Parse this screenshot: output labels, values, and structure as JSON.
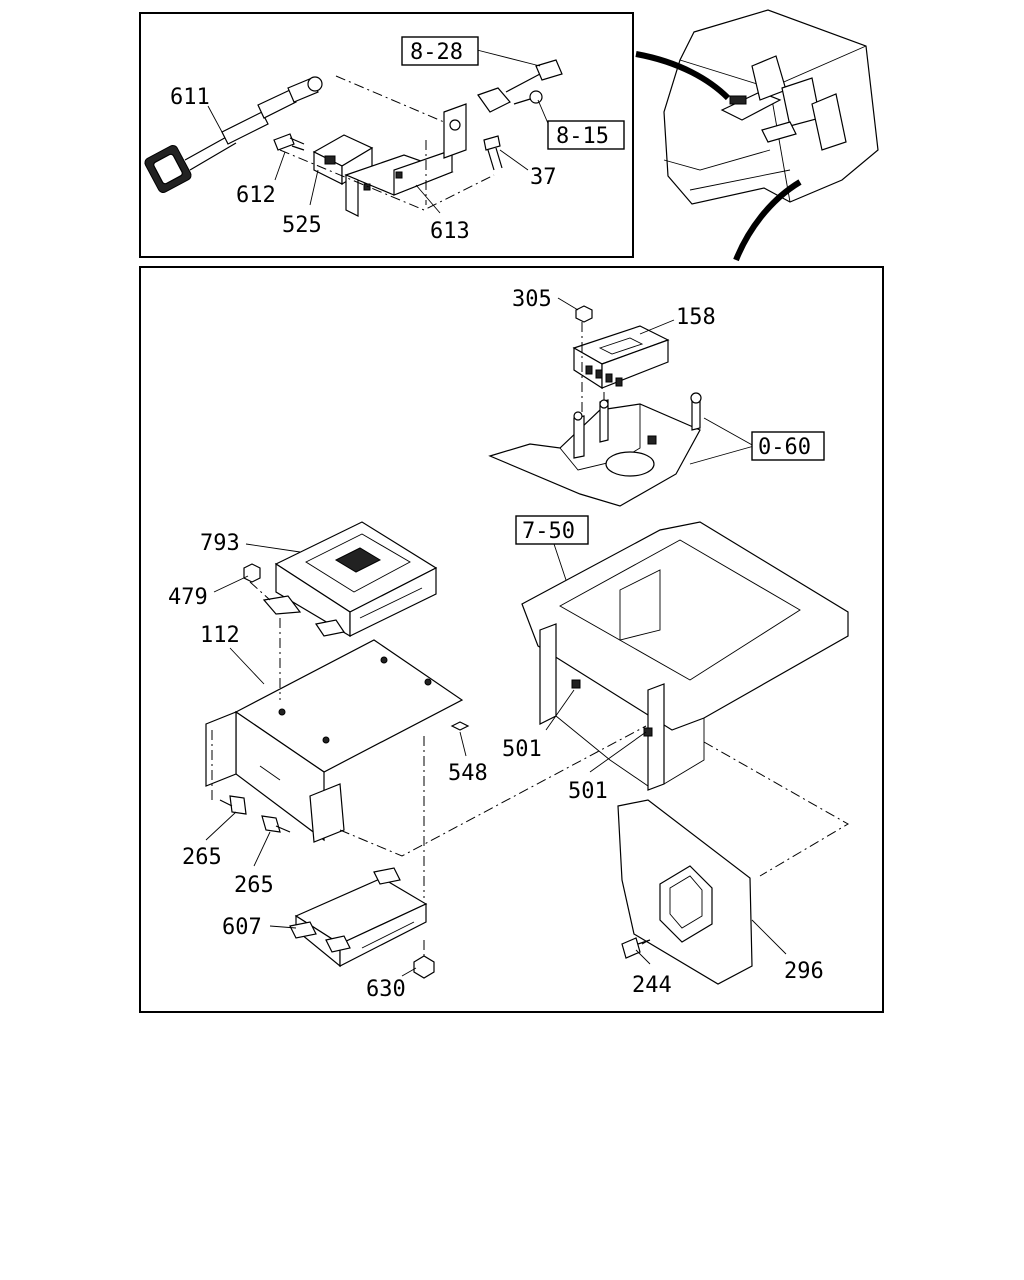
{
  "labels": {
    "l611": "611",
    "l612": "612",
    "l525": "525",
    "l613": "613",
    "l37": "37",
    "l828": "8-28",
    "l815": "8-15",
    "l305": "305",
    "l158": "158",
    "l060": "0-60",
    "l750": "7-50",
    "l793": "793",
    "l479": "479",
    "l112": "112",
    "l548": "548",
    "l501a": "501",
    "l501b": "501",
    "l265a": "265",
    "l265b": "265",
    "l607": "607",
    "l630": "630",
    "l244": "244",
    "l296": "296"
  }
}
